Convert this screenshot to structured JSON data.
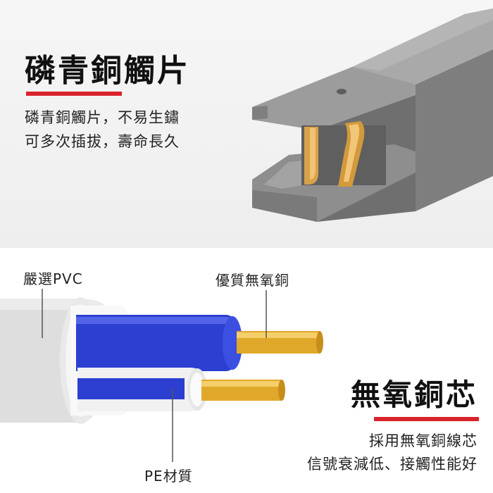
{
  "top": {
    "title": "磷青銅觸片",
    "desc_lines": [
      "磷青銅觸片，不易生鏽",
      "可多次插拔，壽命長久"
    ],
    "accent_color": "#d9232a"
  },
  "bottom": {
    "labels": {
      "pvc": "嚴選PVC",
      "copper": "優質無氧銅",
      "pe": "PE材質"
    },
    "title": "無氧銅芯",
    "desc_lines": [
      "採用無氧銅線芯",
      "信號衰減低、接觸性能好"
    ]
  },
  "colors": {
    "wire_insulation": "#2c3fd0",
    "copper": "#e0a82a",
    "connector_body": "#8a8a8a"
  }
}
